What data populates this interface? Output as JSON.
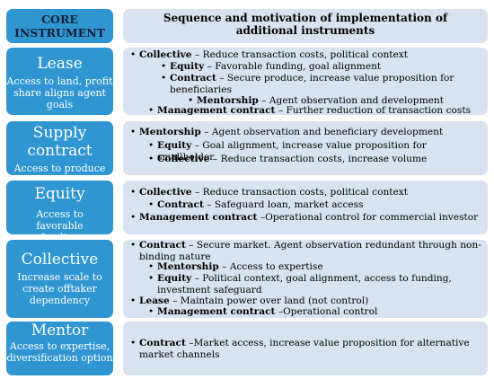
{
  "header": {
    "core": "CORE INSTRUMENT",
    "sequence": "Sequence and motivation of implementation of additional instruments"
  },
  "rows": [
    {
      "title": "Lease",
      "desc": "Access to land, profit share aligns agent goals",
      "items": [
        {
          "name": "Collective",
          "text": " – Reduce transaction costs, political context"
        },
        {
          "name": "Equity",
          "text": " – Favorable funding, goal alignment"
        },
        {
          "name": "Contract",
          "text": " – Secure produce, increase value proposition for beneficiaries"
        },
        {
          "name": "Mentorship",
          "text": " – Agent observation and development"
        },
        {
          "name": "Management contract",
          "text": " – Further reduction of transaction costs"
        }
      ]
    },
    {
      "title": "Supply contract",
      "desc": "Access to produce",
      "items": [
        {
          "name": "Mentorship",
          "text": " – Agent observation and beneficiary development"
        },
        {
          "name": "Equity",
          "text": " – Goal alignment, increase value proposition for smallholder"
        },
        {
          "name": "Collective",
          "text": " – Reduce transaction costs, increase volume"
        }
      ]
    },
    {
      "title": "Equity",
      "desc": "Access to favorable funding",
      "items": [
        {
          "name": "Collective",
          "text": " – Reduce transaction costs, political context"
        },
        {
          "name": "Contract",
          "text": " – Safeguard loan, market access"
        },
        {
          "name": "Management contract",
          "text": " –Operational control for commercial investor"
        }
      ]
    },
    {
      "title": "Collective",
      "desc": "Increase scale to create offtaker dependency",
      "items": [
        {
          "name": "Contract",
          "text": " – Secure market. Agent observation redundant through non-binding nature"
        },
        {
          "name": "Mentorship",
          "text": " – Access to expertise"
        },
        {
          "name": "Equity",
          "text": " – Political context, goal alignment, access to funding, investment safeguard"
        },
        {
          "name": "Lease",
          "text": " – Maintain power over land (not control)"
        },
        {
          "name": "Management contract",
          "text": " –Operational control"
        }
      ]
    },
    {
      "title": "Mentor",
      "desc": "Access to expertise, diversification option",
      "items": [
        {
          "name": "Contract",
          "text": " –Market access, increase value proposition for alternative market channels"
        }
      ]
    }
  ],
  "bullet": "•"
}
